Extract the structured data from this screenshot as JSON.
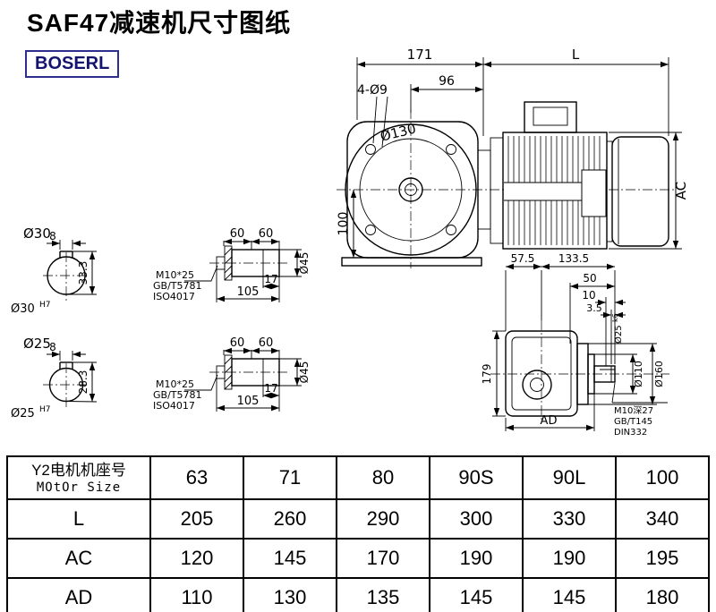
{
  "page": {
    "title": "SAF47减速机尺寸图纸",
    "brand": "BOSERL"
  },
  "drawing": {
    "top": {
      "d171": "171",
      "dL": "L",
      "d96": "96",
      "bolt_holes": "4-Ø9",
      "flange_dia": "Ø130",
      "d100": "100",
      "dAC": "AC"
    },
    "shaft30": {
      "dia": "Ø30",
      "keyway_width": "8",
      "keyway_height": "33.3",
      "bore": "Ø30",
      "bore_tol": "H7"
    },
    "shaft25": {
      "dia": "Ø25",
      "keyway_width": "8",
      "keyway_height": "28.3",
      "bore": "Ø25",
      "bore_tol": "H7"
    },
    "shaft_detail": {
      "d60a": "60",
      "d60b": "60",
      "d17": "17",
      "d105": "105",
      "dia": "Ø45",
      "note1": "M10*25",
      "note2": "GB/T5781",
      "note3": "ISO4017"
    },
    "side": {
      "d575": "57.5",
      "d1335": "133.5",
      "d50": "50",
      "d10": "10",
      "d35": "3.5",
      "shaft_dia": "Ø25",
      "shaft_tol": "k6",
      "d110": "Ø110",
      "d160": "Ø160",
      "d179": "179",
      "dAD": "AD",
      "note1": "M10深27",
      "note2": "GB/T145",
      "note3": "DIN332"
    }
  },
  "table": {
    "header": {
      "line1": "Y2电机机座号",
      "line2": "MOtOr Size",
      "sizes": [
        "63",
        "71",
        "80",
        "90S",
        "90L",
        "100"
      ]
    },
    "rows": [
      {
        "label": "L",
        "values": [
          "205",
          "260",
          "290",
          "300",
          "330",
          "340"
        ]
      },
      {
        "label": "AC",
        "values": [
          "120",
          "145",
          "170",
          "190",
          "190",
          "195"
        ]
      },
      {
        "label": "AD",
        "values": [
          "110",
          "130",
          "135",
          "145",
          "145",
          "180"
        ]
      }
    ]
  }
}
